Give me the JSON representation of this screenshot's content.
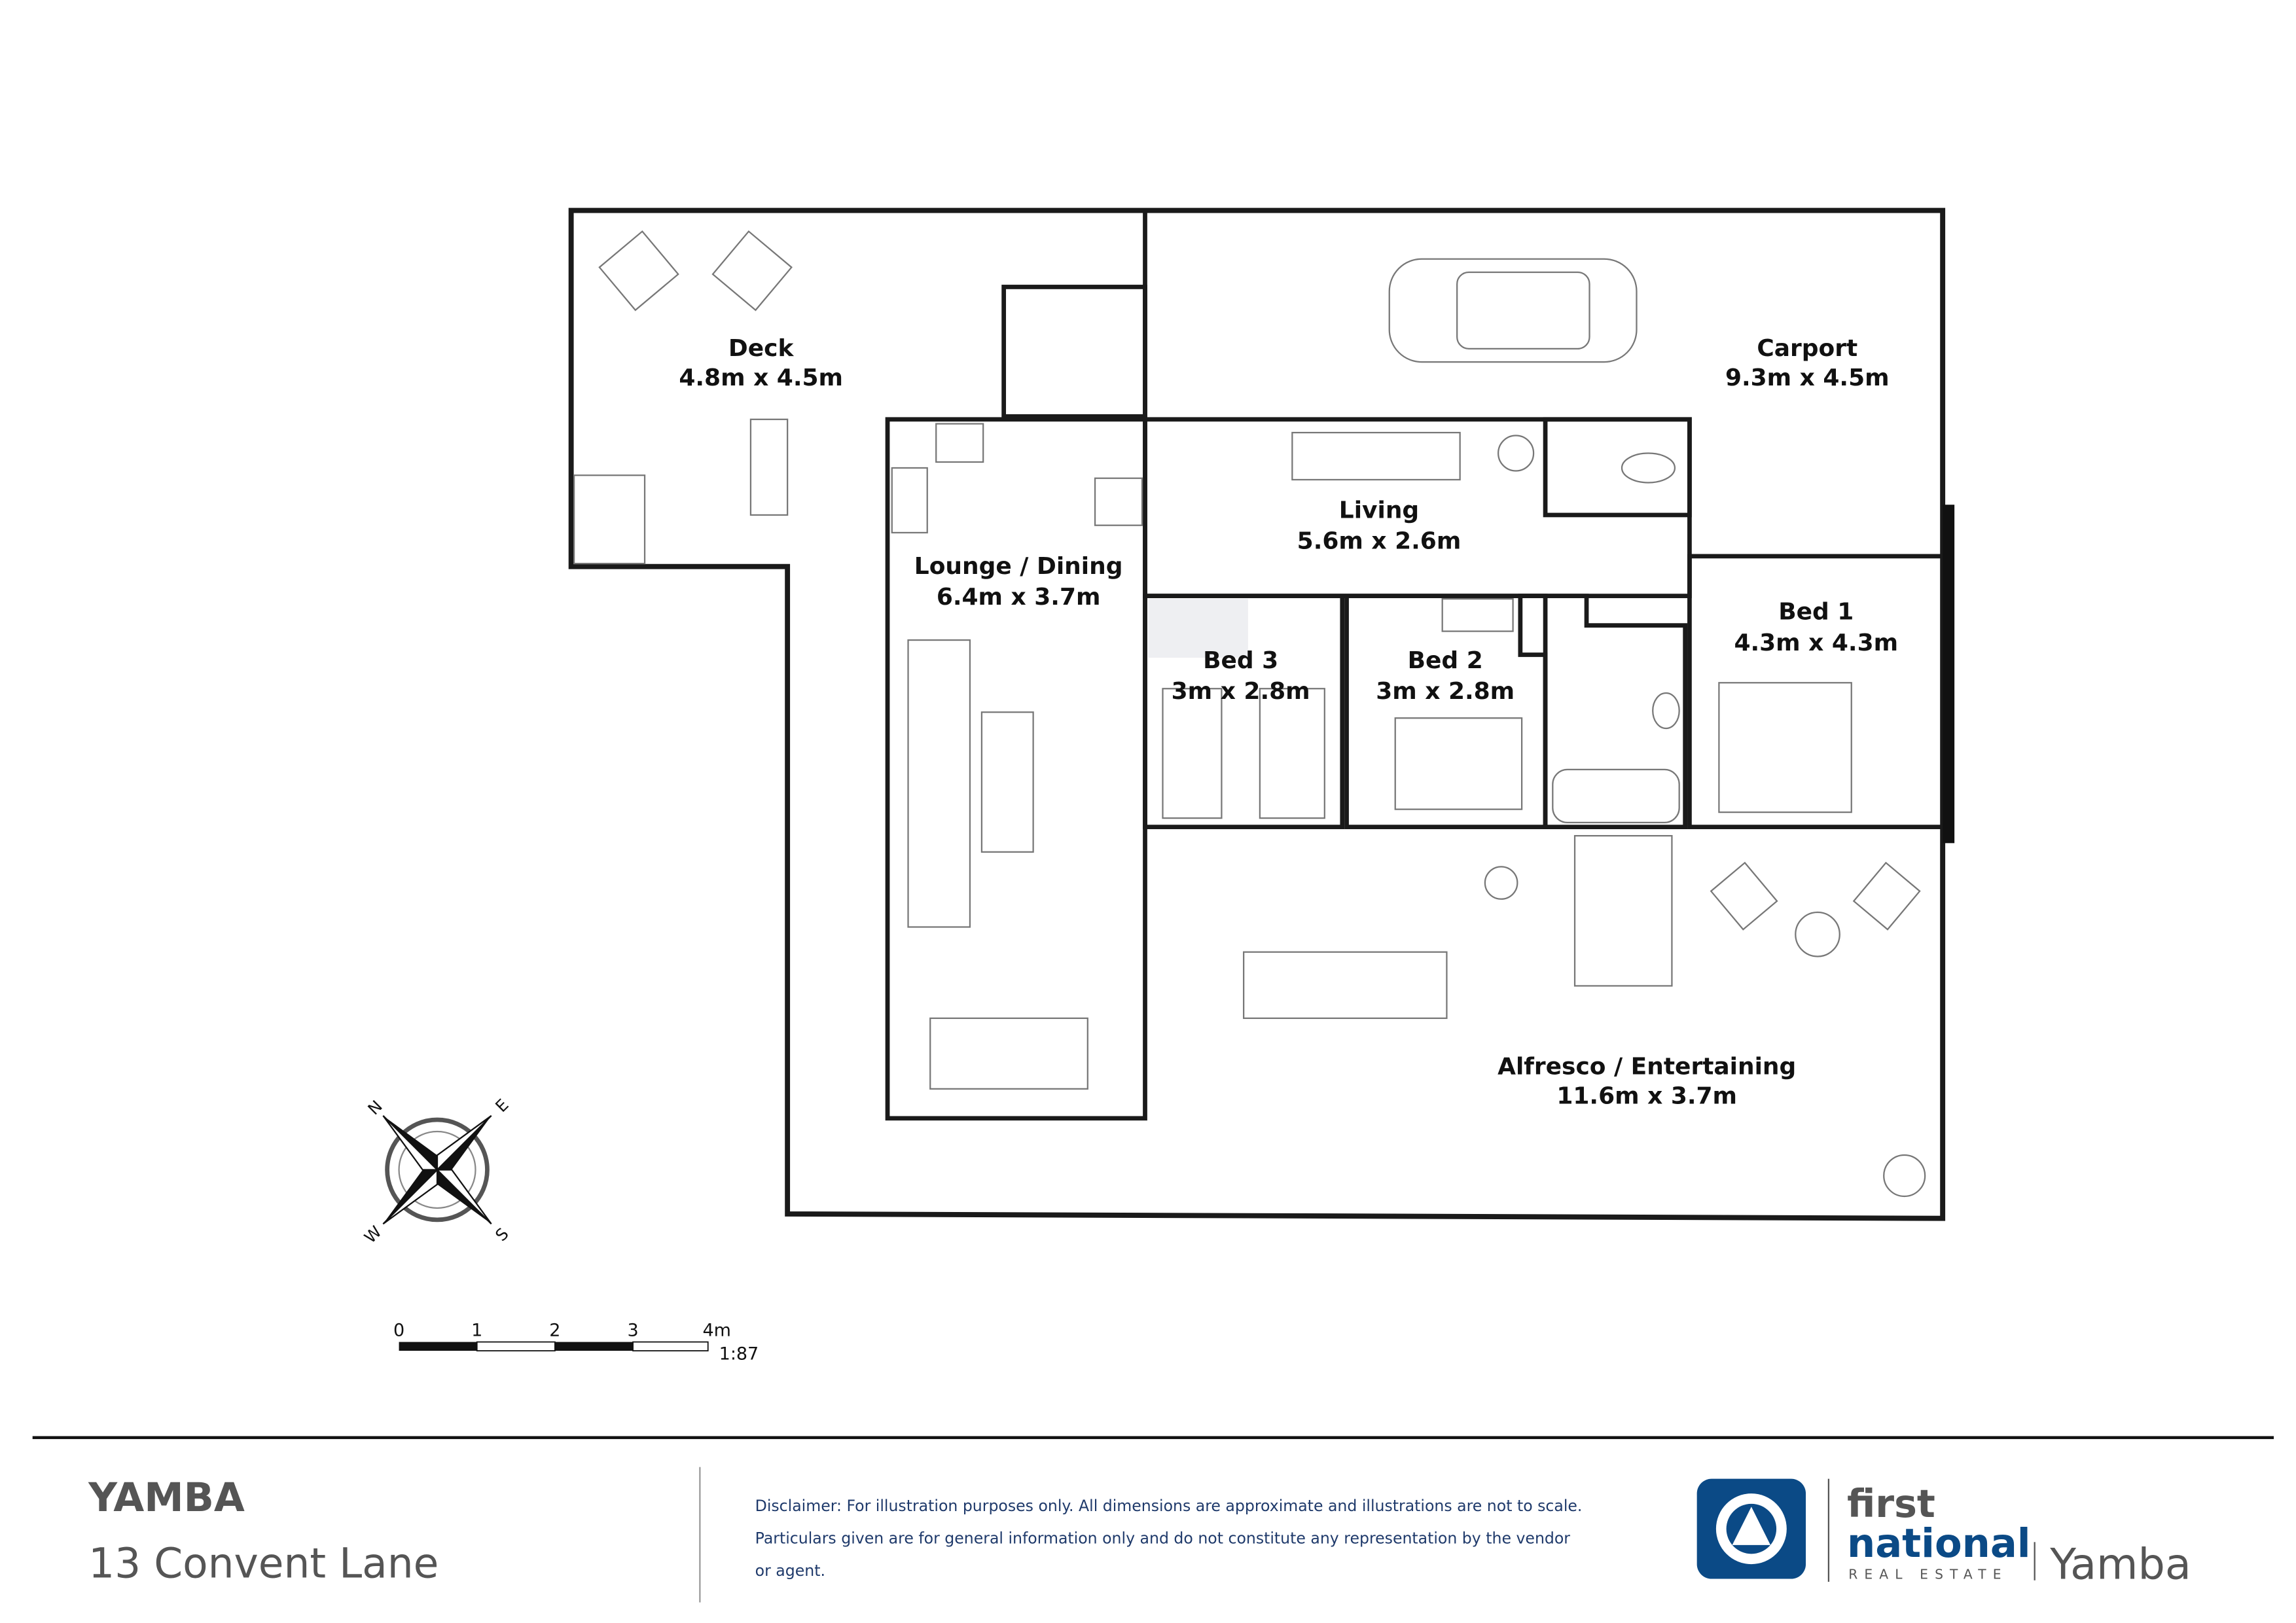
{
  "rooms": {
    "deck": {
      "name": "Deck",
      "size": "4.8m x 4.5m"
    },
    "carport": {
      "name": "Carport",
      "size": "9.3m x 4.5m"
    },
    "living": {
      "name": "Living",
      "size": "5.6m x 2.6m"
    },
    "lounge": {
      "name": "Lounge / Dining",
      "size": "6.4m x 3.7m"
    },
    "bed1": {
      "name": "Bed 1",
      "size": "4.3m x 4.3m"
    },
    "bed2": {
      "name": "Bed 2",
      "size": "3m x 2.8m"
    },
    "bed3": {
      "name": "Bed 3",
      "size": "3m x 2.8m"
    },
    "alfresco": {
      "name": "Alfresco / Entertaining",
      "size": "11.6m x 3.7m"
    }
  },
  "compass": {
    "n": "N",
    "e": "E",
    "s": "S",
    "w": "W"
  },
  "scale": {
    "ticks": [
      "0",
      "1",
      "2",
      "3",
      "4m"
    ],
    "ratio": "1:87"
  },
  "footer": {
    "suburb": "YAMBA",
    "address": "13 Convent Lane",
    "disclaimer": [
      "Disclaimer: For illustration purposes only. All dimensions are approximate and illustrations are not to scale.",
      "Particulars given are for general information only and do not constitute any representation by the vendor",
      "or agent."
    ],
    "brand": {
      "line1": "first",
      "line2": "national",
      "line3": "REAL ESTATE",
      "office": "Yamba"
    }
  },
  "colors": {
    "bedroom": "#d4defa",
    "wet_area": "#fbd19c",
    "interior": "#eeeff2",
    "brand_blue": "#0b4a86"
  }
}
